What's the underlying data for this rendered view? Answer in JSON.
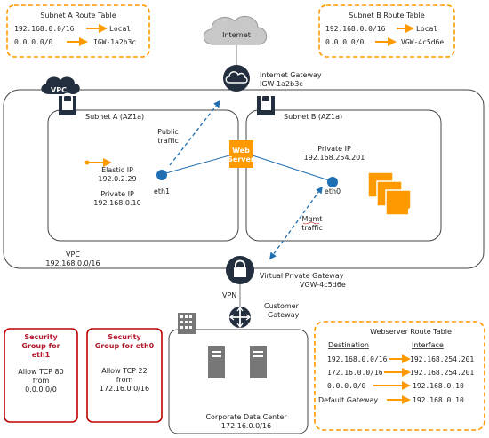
{
  "colors": {
    "orange": "#ff9900",
    "dark_navy": "#232f3e",
    "blue": "#1f6fb2",
    "red": "#c00000",
    "cloud_gray": "#999999",
    "border_gray": "#444444"
  },
  "subnet_a_table": {
    "title": "Subnet A Route Table",
    "rows": [
      {
        "dest": "192.168.0.0/16",
        "target": "Local"
      },
      {
        "dest": "0.0.0.0/0",
        "target": "IGW-1a2b3c"
      }
    ]
  },
  "subnet_b_table": {
    "title": "Subnet B Route Table",
    "rows": [
      {
        "dest": "192.168.0.0/16",
        "target": "Local"
      },
      {
        "dest": "0.0.0.0/0",
        "target": "VGW-4c5d6e"
      }
    ]
  },
  "internet": {
    "label": "Internet"
  },
  "igw": {
    "line1": "Internet Gateway",
    "line2": "IGW-1a2b3c"
  },
  "vpc": {
    "badge": "VPC",
    "label": "VPC",
    "cidr": "192.168.0.0/16"
  },
  "subnet_a": {
    "label": "Subnet A (AZ1a)"
  },
  "subnet_b": {
    "label": "Subnet B (AZ1a)"
  },
  "public_traffic": {
    "line1": "Public",
    "line2": "traffic"
  },
  "web_server": {
    "line1": "Web",
    "line2": "Server"
  },
  "eth1": {
    "label": "eth1",
    "elastic_ip_label": "Elastic IP",
    "elastic_ip": "192.0.2.29",
    "private_ip_label": "Private IP",
    "private_ip": "192.168.0.10"
  },
  "eth0": {
    "label": "eth0",
    "private_ip_label": "Private IP",
    "private_ip": "192.168.254.201"
  },
  "mgmt_traffic": {
    "line1": "Mgmt",
    "line2": "traffic"
  },
  "vgw": {
    "line1": "Virtual Private Gateway",
    "line2": "VGW-4c5d6e"
  },
  "vpn": {
    "label": "VPN"
  },
  "customer_gateway": {
    "line1": "Customer",
    "line2": "Gateway"
  },
  "corp_dc": {
    "line1": "Corporate Data Center",
    "line2": "172.16.0.0/16"
  },
  "sg_eth1": {
    "title": [
      "Security",
      "Group for",
      "eth1"
    ],
    "rule": [
      "Allow TCP 80",
      "from",
      "0.0.0.0/0"
    ]
  },
  "sg_eth0": {
    "title": [
      "Security",
      "Group for eth0"
    ],
    "rule": [
      "Allow TCP 22",
      "from",
      "172.16.0.0/16"
    ]
  },
  "webserver_table": {
    "title": "Webserver Route Table",
    "col_destination": "Destination",
    "col_interface": "Interface",
    "rows": [
      {
        "dest": "192.168.0.0/16",
        "iface": "192.168.254.201"
      },
      {
        "dest": "172.16.0.0/16",
        "iface": "192.168.254.201"
      },
      {
        "dest": "0.0.0.0/0",
        "iface": "192.168.0.10"
      },
      {
        "dest": "Default Gateway",
        "iface": "192.168.0.10"
      }
    ]
  }
}
